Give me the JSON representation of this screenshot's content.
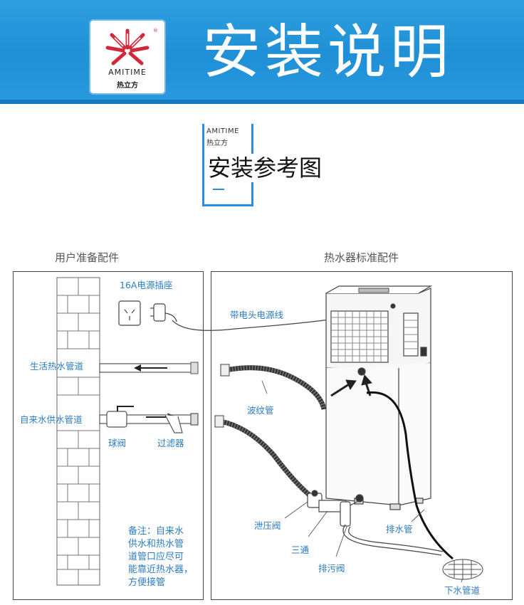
{
  "header": {
    "logo_name": "AMITIME",
    "logo_cn": "热立方",
    "logo_reg": "®",
    "title": "安装说明"
  },
  "reference": {
    "brand_en": "AMITIME",
    "brand_cn": "热立方",
    "title": "安装参考图"
  },
  "sections": {
    "user_parts": "用户准备配件",
    "heater_parts": "热水器标准配件"
  },
  "labels": {
    "power_socket": "16A电源插座",
    "power_cord": "带电头电源线",
    "hot_water_pipe": "生活热水管道",
    "supply_pipe": "自来水供水管道",
    "ball_valve": "球阀",
    "filter": "过滤器",
    "corrugated_pipe": "波纹管",
    "relief_valve": "泄压阀",
    "tee": "三通",
    "drain_valve": "排污阀",
    "drain_pipe": "排水管",
    "sewer": "下水管道"
  },
  "note": {
    "line1": "备注：自来水",
    "line2": "供水和热水管",
    "line3": "道管口应尽可",
    "line4": "能靠近热水器，",
    "line5": "方便接管"
  },
  "colors": {
    "banner": "#1f8fd6",
    "accent": "#2a8fe0",
    "label": "#2c7cc4",
    "logo_red": "#c72a3a"
  }
}
